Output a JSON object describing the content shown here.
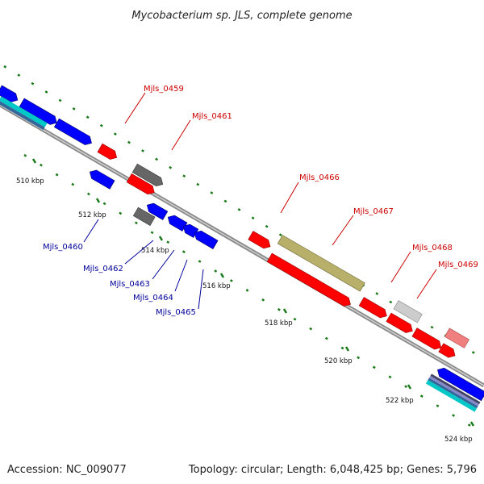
{
  "title": "Mycobacterium sp. JLS, complete genome",
  "footer": {
    "accession": "Accession: NC_009077",
    "summary": "Topology: circular; Length: 6,048,425 bp; Genes: 5,796"
  },
  "ticks": {
    "t510": "510 kbp",
    "t512": "512 kbp",
    "t514": "514 kbp",
    "t516": "516 kbp",
    "t518": "518 kbp",
    "t520": "520 kbp",
    "t522": "522 kbp",
    "t524": "524 kbp"
  },
  "genes_top": {
    "g0459": "Mjls_0459",
    "g0461": "Mjls_0461",
    "g0466": "Mjls_0466",
    "g0467": "Mjls_0467",
    "g0468": "Mjls_0468",
    "g0469": "Mjls_0469"
  },
  "genes_bottom": {
    "g0460": "Mjls_0460",
    "g0462": "Mjls_0462",
    "g0463": "Mjls_0463",
    "g0464": "Mjls_0464",
    "g0465": "Mjls_0465"
  },
  "colors": {
    "forward": "#ff0000",
    "reverse": "#0000ff",
    "grey": "#666666",
    "olive": "#b8b06a",
    "label_red": "#cc0000",
    "label_blue": "#000099",
    "dots": "#1a7a1a"
  }
}
